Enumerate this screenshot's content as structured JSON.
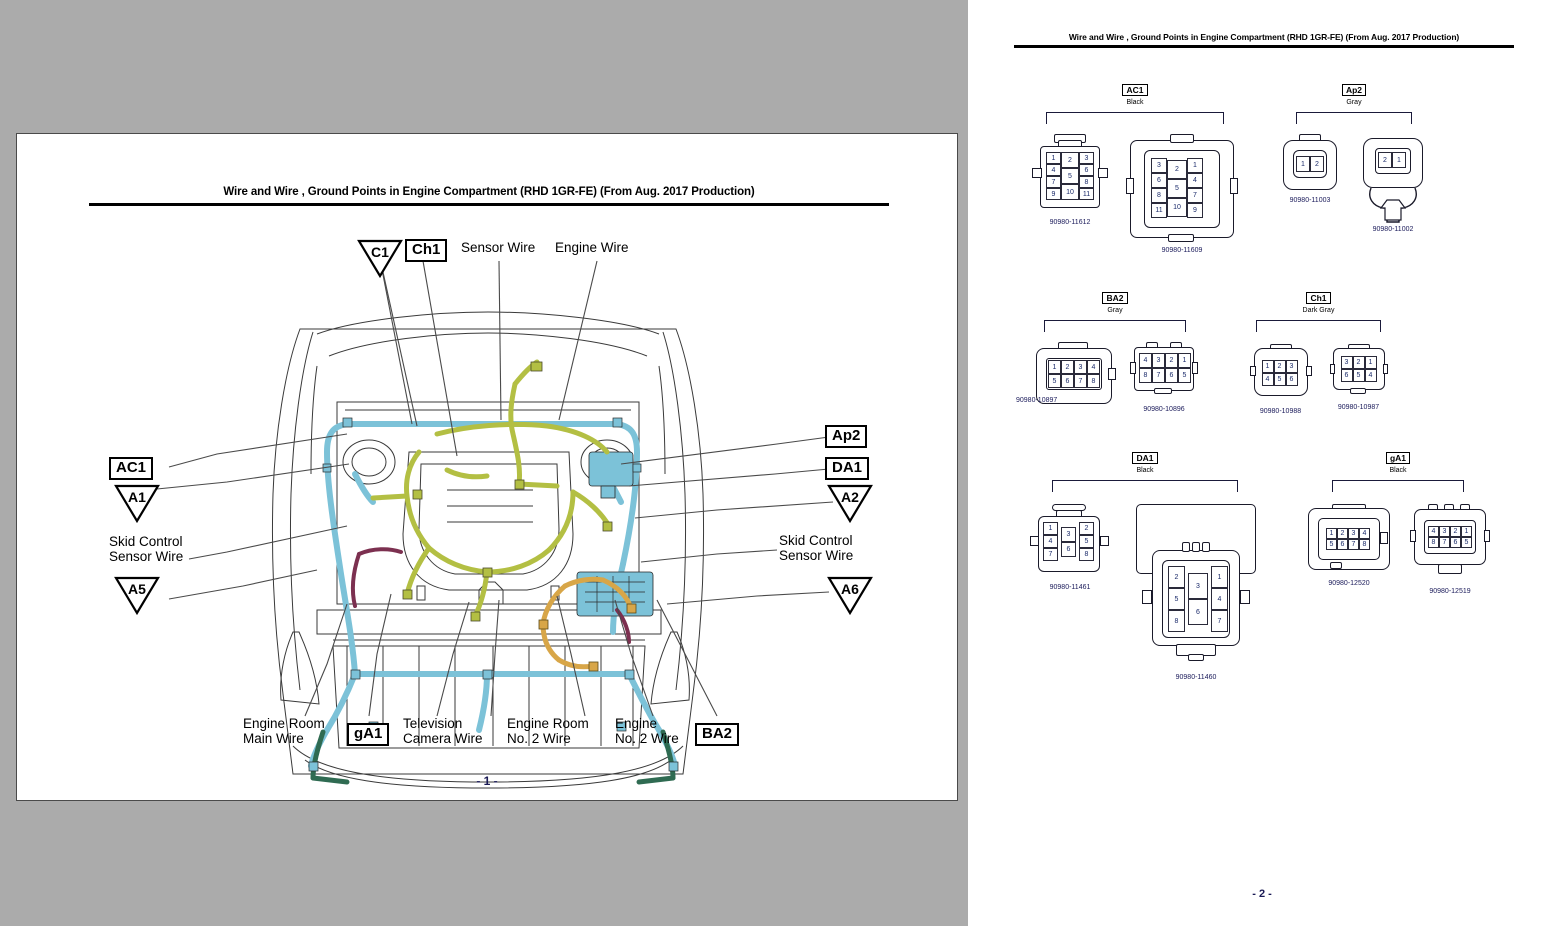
{
  "document": {
    "title": "Wire and Wire , Ground Points in Engine Compartment (RHD 1GR-FE) (From Aug. 2017 Production)"
  },
  "page_one": {
    "page_number": "- 1 -",
    "header": "Wire and Wire , Ground Points in Engine Compartment (RHD 1GR-FE) (From Aug. 2017 Production)",
    "top_labels": [
      {
        "name": "C1",
        "kind": "triangle"
      },
      {
        "name": "Ch1",
        "kind": "box"
      },
      {
        "name": "Sensor Wire",
        "kind": "text"
      },
      {
        "name": "Engine Wire",
        "kind": "text"
      }
    ],
    "left_labels": [
      {
        "name": "AC1",
        "kind": "box"
      },
      {
        "name": "A1",
        "kind": "triangle"
      },
      {
        "name": "Skid Control\nSensor Wire",
        "kind": "text"
      },
      {
        "name": "A5",
        "kind": "triangle"
      }
    ],
    "right_labels": [
      {
        "name": "Ap2",
        "kind": "box"
      },
      {
        "name": "DA1",
        "kind": "box"
      },
      {
        "name": "A2",
        "kind": "triangle"
      },
      {
        "name": "Skid Control\nSensor Wire",
        "kind": "text"
      },
      {
        "name": "A6",
        "kind": "triangle"
      }
    ],
    "bottom_labels": [
      {
        "name": "Engine Room\nMain Wire",
        "kind": "text"
      },
      {
        "name": "gA1",
        "kind": "box"
      },
      {
        "name": "Television\nCamera Wire",
        "kind": "text"
      },
      {
        "name": "Engine Room\nNo. 2 Wire",
        "kind": "text"
      },
      {
        "name": "Engine\nNo. 2 Wire",
        "kind": "text"
      },
      {
        "name": "BA2",
        "kind": "box"
      }
    ],
    "harness_colors": {
      "light_blue": "#7cc2d8",
      "olive": "#b3bf43",
      "dark_green": "#2f6b52",
      "tan": "#d8a648",
      "maroon": "#7c3050",
      "outline": "#3a3a3a"
    }
  },
  "page_two": {
    "page_number": "- 2 -",
    "header": "Wire and Wire , Ground Points in Engine Compartment (RHD 1GR-FE) (From Aug. 2017 Production)",
    "connector_groups": [
      {
        "code": "AC1",
        "color": "Black",
        "connectors": [
          {
            "part_number": "90980-11612",
            "style": "ac1-left",
            "columns": [
              [
                "1",
                "4",
                "7",
                "9"
              ],
              [
                "2",
                "5",
                "10"
              ],
              [
                "3",
                "6",
                "8",
                "11"
              ]
            ]
          },
          {
            "part_number": "90980-11609",
            "style": "ac1-right",
            "columns": [
              [
                "3",
                "6",
                "8",
                "11"
              ],
              [
                "2",
                "5",
                "10"
              ],
              [
                "1",
                "4",
                "7",
                "9"
              ]
            ]
          }
        ]
      },
      {
        "code": "Ap2",
        "color": "Gray",
        "connectors": [
          {
            "part_number": "90980-11003",
            "style": "ap2-left",
            "rows": [
              [
                "1",
                "2"
              ]
            ]
          },
          {
            "part_number": "90980-11002",
            "style": "ap2-right",
            "rows": [
              [
                "2",
                "1"
              ]
            ]
          }
        ]
      },
      {
        "code": "BA2",
        "color": "Gray",
        "connectors": [
          {
            "part_number": "90980-10897",
            "style": "ba2-left",
            "rows": [
              [
                "1",
                "2",
                "3",
                "4"
              ],
              [
                "5",
                "6",
                "7",
                "8"
              ]
            ]
          },
          {
            "part_number": "90980-10896",
            "style": "ba2-right",
            "rows": [
              [
                "4",
                "3",
                "2",
                "1"
              ],
              [
                "8",
                "7",
                "6",
                "5"
              ]
            ]
          }
        ]
      },
      {
        "code": "Ch1",
        "color": "Dark Gray",
        "connectors": [
          {
            "part_number": "90980-10988",
            "style": "ch1-left",
            "rows": [
              [
                "1",
                "2",
                "3"
              ],
              [
                "4",
                "5",
                "6"
              ]
            ]
          },
          {
            "part_number": "90980-10987",
            "style": "ch1-right",
            "rows": [
              [
                "3",
                "2",
                "1"
              ],
              [
                "6",
                "5",
                "4"
              ]
            ]
          }
        ]
      },
      {
        "code": "DA1",
        "color": "Black",
        "connectors": [
          {
            "part_number": "90980-11461",
            "style": "da1-left",
            "columns": [
              [
                "1",
                "4",
                "7"
              ],
              [
                "3",
                "6"
              ],
              [
                "2",
                "5",
                "8"
              ]
            ]
          },
          {
            "part_number": "90980-11460",
            "style": "da1-right",
            "columns": [
              [
                "2",
                "5",
                "8"
              ],
              [
                "3",
                "6"
              ],
              [
                "1",
                "4",
                "7"
              ]
            ]
          }
        ]
      },
      {
        "code": "gA1",
        "color": "Black",
        "connectors": [
          {
            "part_number": "90980-12520",
            "style": "ga1-left",
            "rows": [
              [
                "1",
                "2",
                "3",
                "4"
              ],
              [
                "5",
                "6",
                "7",
                "8"
              ]
            ]
          },
          {
            "part_number": "90980-12519",
            "style": "ga1-right",
            "rows": [
              [
                "4",
                "3",
                "2",
                "1"
              ],
              [
                "8",
                "7",
                "6",
                "5"
              ]
            ]
          }
        ]
      }
    ]
  }
}
